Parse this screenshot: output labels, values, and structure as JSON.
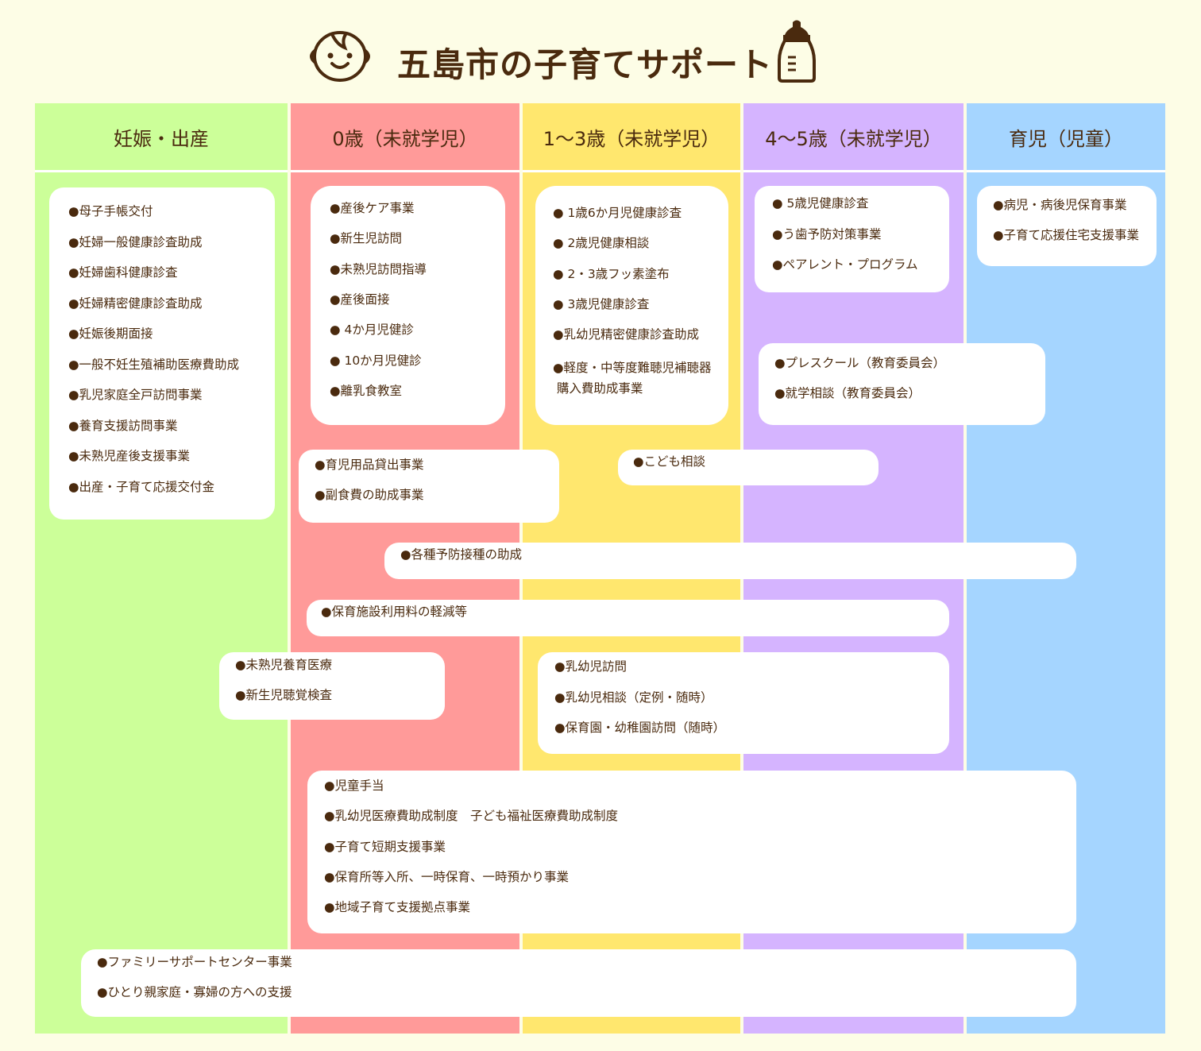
{
  "title": "五島市の子育てサポート",
  "columns": [
    "妊娠・出産",
    "0歳（未就学児）",
    "1～3歳（未就学児）",
    "4～5歳（未就学児）",
    "育児（児童）"
  ],
  "colors": {
    "text": "#4a2a0e",
    "pregnancy": "#ccff99",
    "age0": "#ff9a99",
    "age1_3": "#ffe76e",
    "age4_5": "#d5b4ff",
    "child": "#a5d5ff"
  },
  "boxes": [
    {
      "name": "pregnancy-services",
      "items": [
        "●母子手帳交付",
        "●妊婦一般健康診査助成",
        "●妊婦歯科健康診査",
        "●妊婦精密健康診査助成",
        "●妊娠後期面接",
        "●一般不妊生殖補助医療費助成",
        "●乳児家庭全戸訪問事業",
        "●養育支援訪問事業",
        "●未熟児産後支援事業",
        "●出産・子育て応援交付金"
      ]
    },
    {
      "name": "age0-services",
      "items": [
        "●産後ケア事業",
        "●新生児訪問",
        "●未熟児訪問指導",
        "●産後面接",
        "● 4か月児健診",
        "● 10か月児健診",
        "●離乳食教室"
      ]
    },
    {
      "name": "age1-3-services",
      "items": [
        "● 1歳6か月児健康診査",
        "● 2歳児健康相談",
        "● 2・3歳フッ素塗布",
        "● 3歳児健康診査",
        "●乳幼児精密健康診査助成",
        "●軽度・中等度難聴児補聴器\n 購入費助成事業"
      ]
    },
    {
      "name": "age4-5-services",
      "items": [
        "● 5歳児健康診査",
        "●う歯予防対策事業",
        "●ペアレント・プログラム"
      ]
    },
    {
      "name": "child-services",
      "items": [
        "●病児・病後児保育事業",
        "●子育て応援住宅支援事業"
      ]
    },
    {
      "name": "preschool-services",
      "items": [
        "●プレスクール（教育委員会）",
        "●就学相談（教育委員会）"
      ]
    },
    {
      "name": "goods-services",
      "items": [
        "●育児用品貸出事業",
        "●副食費の助成事業"
      ]
    },
    {
      "name": "consult-services",
      "items": [
        "●こども相談"
      ]
    },
    {
      "name": "vaccination-services",
      "items": [
        "●各種予防接種の助成"
      ]
    },
    {
      "name": "daycare-fee-services",
      "items": [
        "●保育施設利用料の軽減等"
      ]
    },
    {
      "name": "premature-services",
      "items": [
        "●未熟児養育医療",
        "●新生児聴覚検査"
      ]
    },
    {
      "name": "infant-visit-services",
      "items": [
        "●乳幼児訪問",
        "●乳幼児相談（定例・随時）",
        "●保育園・幼稚園訪問（随時）"
      ]
    },
    {
      "name": "allowance-services",
      "items": [
        "●児童手当",
        "●乳幼児医療費助成制度　子ども福祉医療費助成制度",
        "●子育て短期支援事業",
        "●保育所等入所、一時保育、一時預かり事業",
        "●地域子育て支援拠点事業"
      ]
    },
    {
      "name": "family-services",
      "items": [
        "●ファミリーサポートセンター事業",
        "●ひとり親家庭・寡婦の方への支援"
      ]
    }
  ]
}
